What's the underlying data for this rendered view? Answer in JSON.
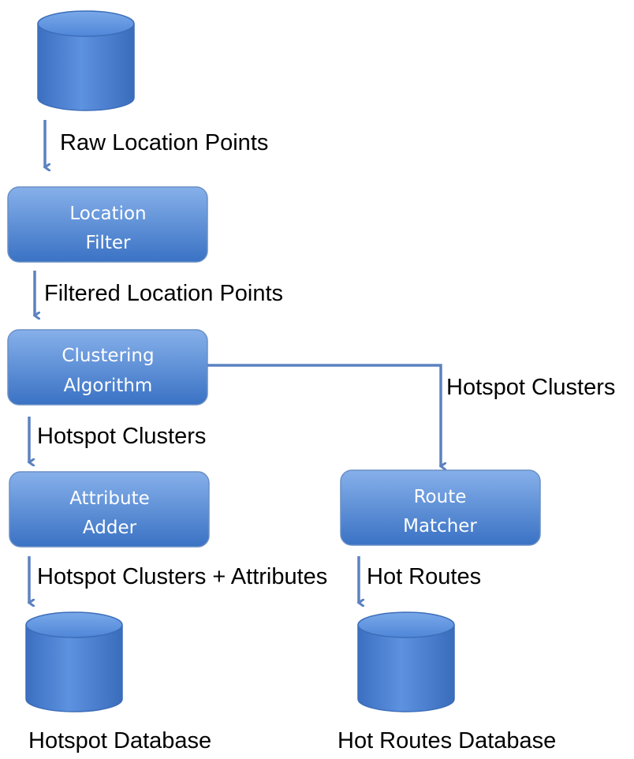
{
  "colors": {
    "box_top": "#82aee8",
    "box_bottom": "#3d74c6",
    "box_border": "#6b8fc4",
    "arrow": "#5b82c0",
    "label_text": "#000000",
    "node_text": "#ffffff"
  },
  "databases": {
    "raw_source": {
      "caption": ""
    },
    "hotspot": {
      "caption": "Hotspot Database"
    },
    "hot_routes": {
      "caption": "Hot Routes Database"
    }
  },
  "nodes": {
    "location_filter": {
      "line1": "Location",
      "line2": "Filter"
    },
    "clustering_algorithm": {
      "line1": "Clustering",
      "line2": "Algorithm"
    },
    "attribute_adder": {
      "line1": "Attribute",
      "line2": "Adder"
    },
    "route_matcher": {
      "line1": "Route",
      "line2": "Matcher"
    }
  },
  "edges": {
    "raw_points": "Raw Location Points",
    "filtered_points": "Filtered Location Points",
    "hotspot_clusters_down": "Hotspot Clusters",
    "hotspot_clusters_right": "Hotspot Clusters",
    "clusters_attributes": "Hotspot Clusters + Attributes",
    "hot_routes": "Hot Routes"
  }
}
